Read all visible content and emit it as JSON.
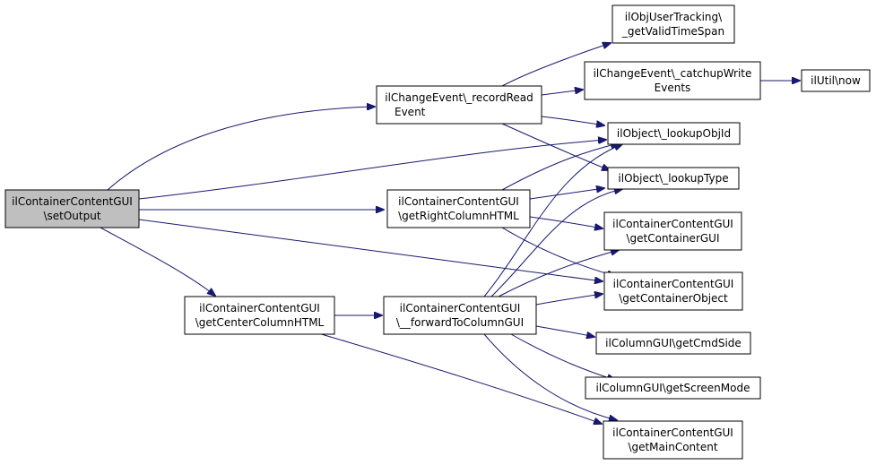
{
  "colors": {
    "edge": "#191970",
    "node_fill": "#ffffff",
    "root_fill": "#bfbfbf",
    "node_border": "#000000"
  },
  "nodes": {
    "setoutput": [
      "ilContainerContentGUI",
      "\\setOutput"
    ],
    "record_read": [
      "ilChangeEvent\\_recordRead",
      "Event"
    ],
    "right_col": [
      "ilContainerContentGUI",
      "\\getRightColumnHTML"
    ],
    "center_col": [
      "ilContainerContentGUI",
      "\\getCenterColumnHTML"
    ],
    "forward": [
      "ilContainerContentGUI",
      "\\__forwardToColumnGUI"
    ],
    "user_tracking": [
      "ilObjUserTracking\\",
      "_getValidTimeSpan"
    ],
    "catchup": [
      "ilChangeEvent\\_catchupWrite",
      "Events"
    ],
    "util_now": [
      "ilUtil\\now"
    ],
    "lookup_objid": [
      "ilObject\\_lookupObjId"
    ],
    "lookup_type": [
      "ilObject\\_lookupType"
    ],
    "get_container_gui": [
      "ilContainerContentGUI",
      "\\getContainerGUI"
    ],
    "get_container_obj": [
      "ilContainerContentGUI",
      "\\getContainerObject"
    ],
    "cmd_side": [
      "ilColumnGUI\\getCmdSide"
    ],
    "screen_mode": [
      "ilColumnGUI\\getScreenMode"
    ],
    "main_content": [
      "ilContainerContentGUI",
      "\\getMainContent"
    ]
  },
  "edges": [
    [
      "setoutput",
      "record_read"
    ],
    [
      "setoutput",
      "lookup_objid"
    ],
    [
      "setoutput",
      "right_col"
    ],
    [
      "setoutput",
      "center_col"
    ],
    [
      "setoutput",
      "get_container_obj"
    ],
    [
      "record_read",
      "user_tracking"
    ],
    [
      "record_read",
      "catchup"
    ],
    [
      "record_read",
      "lookup_objid"
    ],
    [
      "record_read",
      "lookup_type"
    ],
    [
      "catchup",
      "util_now"
    ],
    [
      "right_col",
      "lookup_objid"
    ],
    [
      "right_col",
      "lookup_type"
    ],
    [
      "right_col",
      "get_container_gui"
    ],
    [
      "right_col",
      "get_container_obj"
    ],
    [
      "center_col",
      "forward"
    ],
    [
      "center_col",
      "main_content"
    ],
    [
      "forward",
      "lookup_objid"
    ],
    [
      "forward",
      "lookup_type"
    ],
    [
      "forward",
      "get_container_gui"
    ],
    [
      "forward",
      "get_container_obj"
    ],
    [
      "forward",
      "cmd_side"
    ],
    [
      "forward",
      "screen_mode"
    ],
    [
      "forward",
      "main_content"
    ]
  ]
}
